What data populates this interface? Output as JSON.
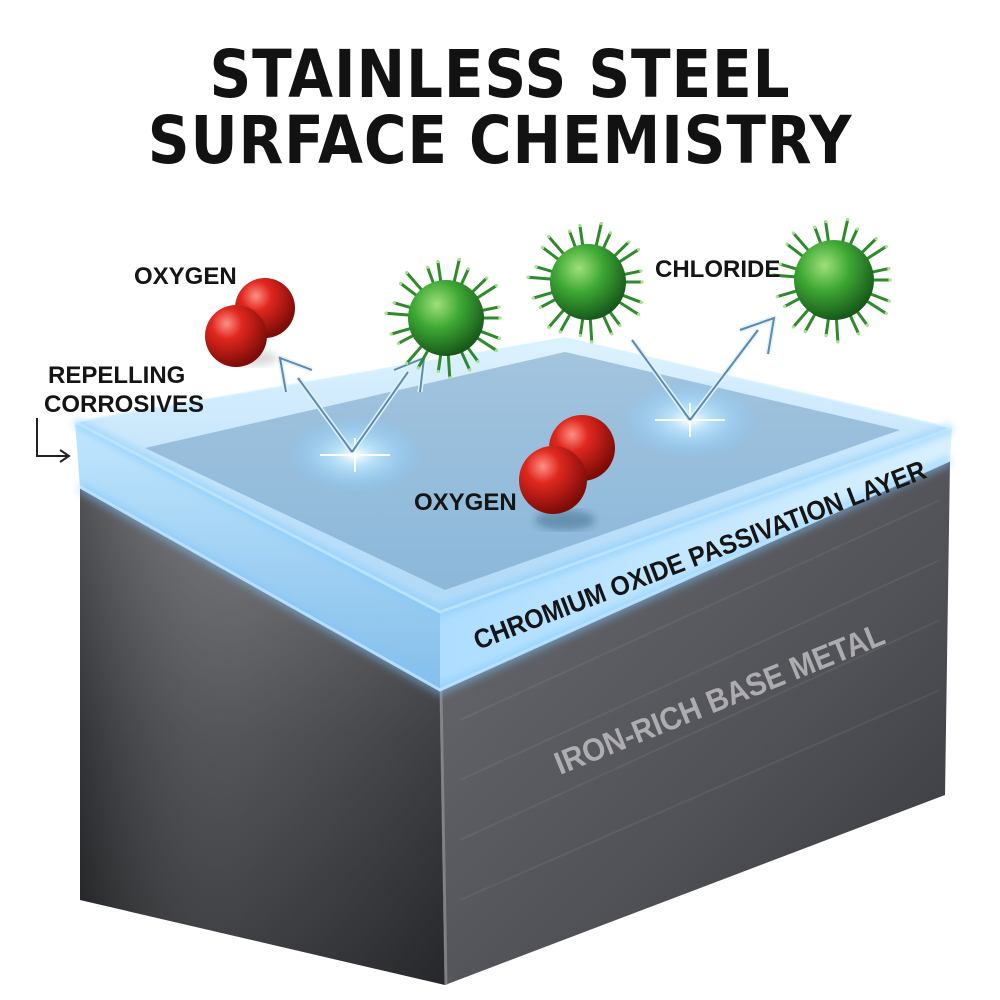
{
  "title": {
    "line1": "STAINLESS STEEL",
    "line2": "SURFACE CHEMISTRY"
  },
  "labels": {
    "oxygen_top": "OXYGEN",
    "oxygen_center": "OXYGEN",
    "chloride": "CHLORIDE",
    "repelling_line1": "REPELLING",
    "repelling_line2": "CORROSIVES",
    "passivation_layer": "CHROMIUM OXIDE PASSIVATION LAYER",
    "base_metal": "IRON-RICH BASE METAL"
  },
  "colors": {
    "oxygen_atom": "#d2201c",
    "chloride_particle": "#3fa535",
    "passivation_glow": "#7ec8ff",
    "base_metal": "#4a4b4f"
  }
}
